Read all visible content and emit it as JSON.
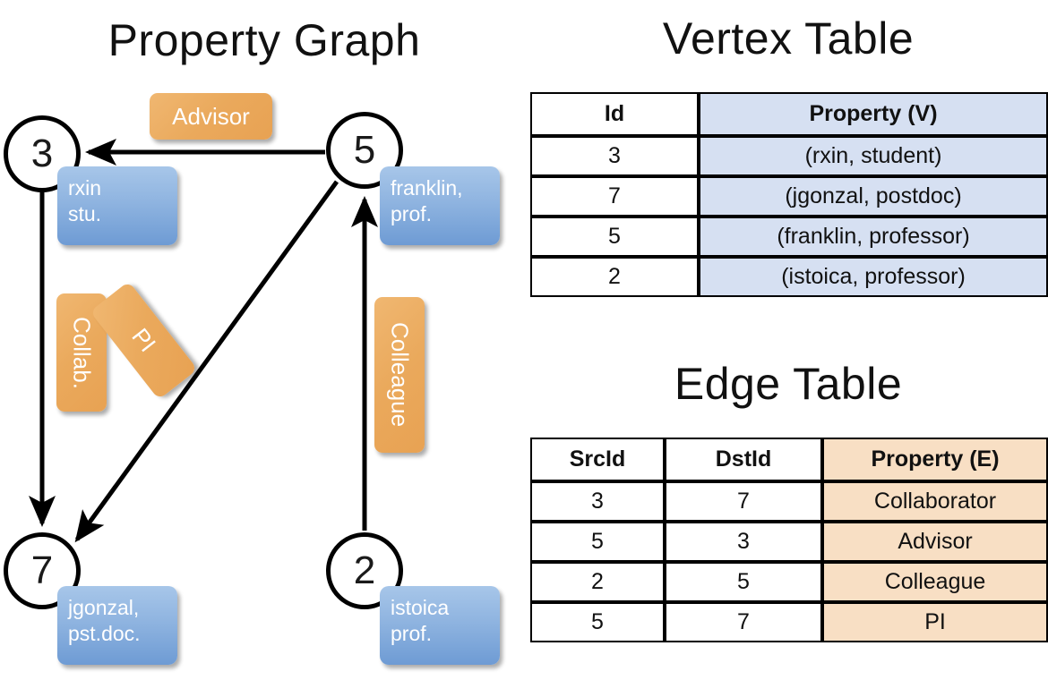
{
  "titles": {
    "property_graph": "Property Graph",
    "vertex_table": "Vertex Table",
    "edge_table": "Edge Table"
  },
  "graph": {
    "nodes": [
      {
        "id": "3",
        "property_line1": "rxin",
        "property_line2": "stu."
      },
      {
        "id": "5",
        "property_line1": "franklin,",
        "property_line2": "prof."
      },
      {
        "id": "7",
        "property_line1": "jgonzal,",
        "property_line2": "pst.doc."
      },
      {
        "id": "2",
        "property_line1": "istoica",
        "property_line2": "prof."
      }
    ],
    "edge_labels": [
      {
        "name": "advisor",
        "text": "Advisor"
      },
      {
        "name": "collab",
        "text": "Collab."
      },
      {
        "name": "pi",
        "text": "PI"
      },
      {
        "name": "colleague",
        "text": "Colleague"
      }
    ]
  },
  "vertex_table": {
    "headers": [
      "Id",
      "Property (V)"
    ],
    "rows": [
      [
        "3",
        "(rxin, student)"
      ],
      [
        "7",
        "(jgonzal, postdoc)"
      ],
      [
        "5",
        "(franklin, professor)"
      ],
      [
        "2",
        "(istoica, professor)"
      ]
    ]
  },
  "edge_table": {
    "headers": [
      "SrcId",
      "DstId",
      "Property (E)"
    ],
    "rows": [
      [
        "3",
        "7",
        "Collaborator"
      ],
      [
        "5",
        "3",
        "Advisor"
      ],
      [
        "2",
        "5",
        "Colleague"
      ],
      [
        "5",
        "7",
        "PI"
      ]
    ]
  },
  "colors": {
    "vertex_fill": "#d6e0f2",
    "edge_fill": "#f8dfc4",
    "node_property_blue": "#6e9bd4",
    "edge_label_orange": "#eaa95c",
    "stroke": "#000000"
  }
}
